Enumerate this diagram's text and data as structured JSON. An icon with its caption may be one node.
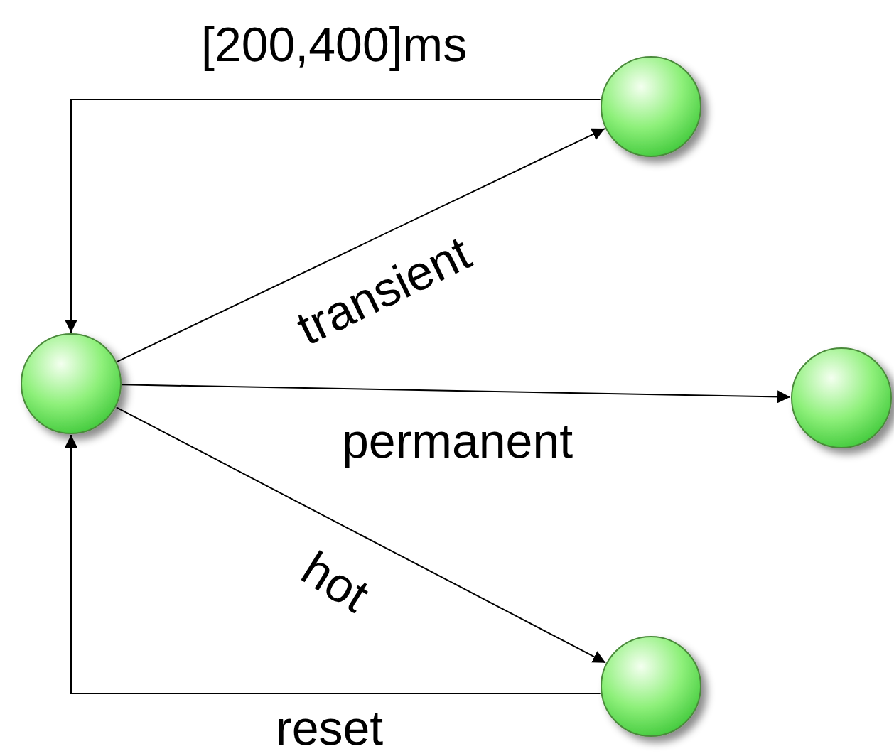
{
  "diagram": {
    "nodes": [
      {
        "text": [],
        "shape": "circle"
      },
      {
        "text": [],
        "shape": "circle"
      },
      {
        "text": [],
        "shape": "circle"
      },
      {
        "text": [],
        "shape": "circle"
      }
    ],
    "edges": [
      {
        "from": 1,
        "to": 0,
        "arrow": "to",
        "label": "[200,400]ms"
      },
      {
        "from": 0,
        "to": 1,
        "arrow": "to",
        "label": "transient"
      },
      {
        "from": 0,
        "to": 2,
        "arrow": "to",
        "label": "permanent"
      },
      {
        "from": 0,
        "to": 3,
        "arrow": "to",
        "label": "hot"
      },
      {
        "from": 3,
        "to": 0,
        "arrow": "to",
        "label": "reset"
      }
    ]
  }
}
